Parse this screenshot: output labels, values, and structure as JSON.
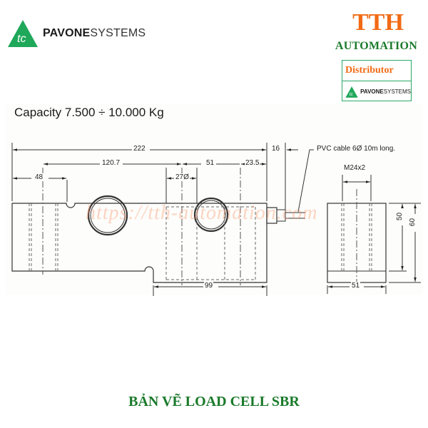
{
  "header": {
    "brand_logo": {
      "name": "PAVONE",
      "suffix": "SYSTEMS",
      "mark_color": "#1fa85a"
    },
    "distributor_brand": {
      "title": "TTH",
      "subtitle": "AUTOMATION",
      "title_color": "#f26a14",
      "subtitle_color": "#1a7a2a"
    },
    "distributor_box": {
      "label": "Distributor",
      "logo_name": "PAVONE",
      "logo_suffix": "SYSTEMS",
      "border_color": "#2aa866"
    }
  },
  "drawing": {
    "capacity": "Capacity 7.500 ÷ 10.000 Kg",
    "dimensions": {
      "overall_length": "222",
      "hole_spacing": "120.7",
      "mount_to_hole": "51",
      "end_offset": "23.5",
      "first_hole_offset": "48",
      "hole_diameter": "27Ø",
      "connector_length": "16",
      "lower_section_length": "99",
      "thread": "M24x2",
      "height_inner": "50",
      "height_total": "60",
      "width": "51"
    },
    "cable_note": "PVC cable 6Ø 10m long.",
    "watermark": "https://tth-automation.com"
  },
  "caption": "BẢN VẼ LOAD CELL SBR"
}
